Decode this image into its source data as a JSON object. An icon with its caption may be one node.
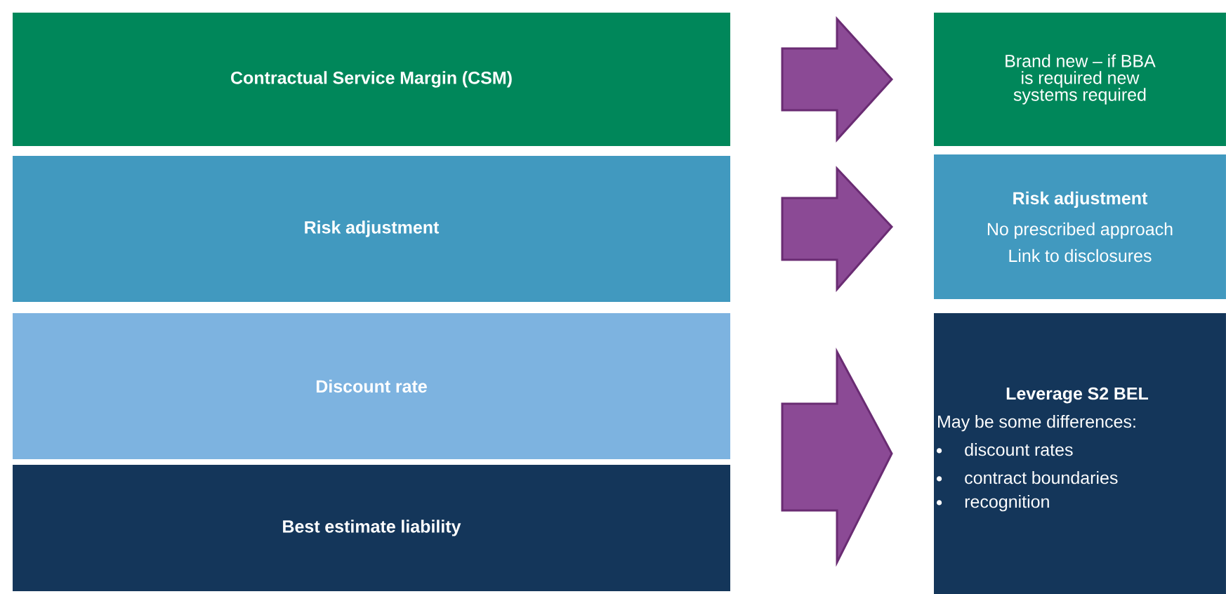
{
  "diagram": {
    "nodes": [
      {
        "text": [
          "Contractual Service Margin (CSM)"
        ]
      },
      {
        "text": [
          "Risk adjustment"
        ]
      },
      {
        "text": [
          "Discount rate"
        ]
      },
      {
        "text": [
          "Best estimate liability"
        ]
      },
      {
        "text": [
          "Brand new – if BBA is required new systems required"
        ]
      },
      {
        "text": [
          "Risk adjustment",
          "No prescribed approach",
          "Link to disclosures"
        ]
      },
      {
        "text": [
          "Leverage S2 BEL",
          "May be some differences:",
          "discount rates",
          "contract boundaries",
          "recognition"
        ]
      }
    ],
    "edges": [
      {
        "from": 0,
        "to": 4,
        "arrow": "to"
      },
      {
        "from": 1,
        "to": 5,
        "arrow": "to"
      },
      {
        "from": 2,
        "to": 6,
        "arrow": "to"
      },
      {
        "from": 3,
        "to": 6,
        "arrow": "to"
      }
    ]
  }
}
